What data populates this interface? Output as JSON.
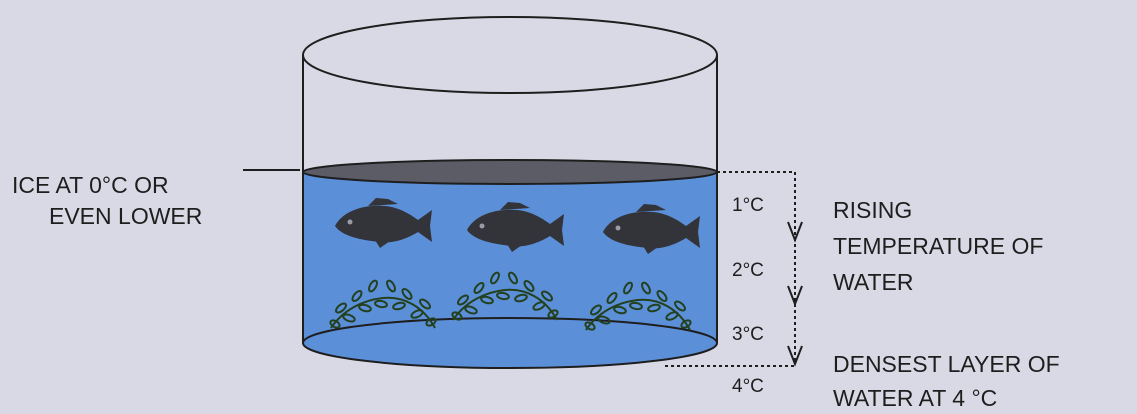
{
  "ice_label": [
    "ICE AT 0°C OR",
    "EVEN LOWER"
  ],
  "temperatures": [
    "1°C",
    "2°C",
    "3°C",
    "4°C"
  ],
  "rising_label": [
    "RISING",
    "TEMPERATURE OF",
    "WATER"
  ],
  "densest_label": [
    "DENSEST LAYER OF",
    "WATER AT 4 °C"
  ],
  "colors": {
    "background": "#d9d9e6",
    "water": "#5b8fd8",
    "ice": "#5c5c66",
    "fish": "#33333a",
    "plant": "#24411f",
    "outline": "#1e1e1e"
  }
}
